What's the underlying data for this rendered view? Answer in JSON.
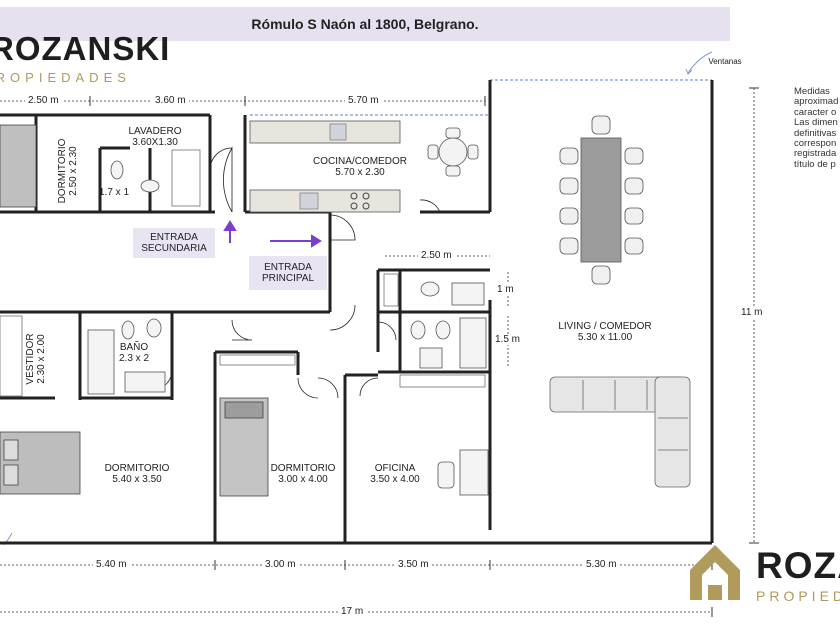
{
  "header": {
    "address": "Rómulo S Naón al 1800, Belgrano."
  },
  "brand": {
    "name": "ROZANSKI",
    "tagline": "PROPIEDADES",
    "bottom_name": "ROZA",
    "bottom_tagline": "PROPIED",
    "logo_color": "#b09a5c"
  },
  "note": {
    "lines": [
      "Medidas",
      "aproximad",
      "caracter o",
      "Las dimen",
      "definitivas",
      "correspon",
      "registrada",
      "título de p"
    ]
  },
  "windows_label": "Ventanas",
  "rooms": {
    "lavadero": {
      "name": "LAVADERO",
      "size": "3.60X1.30"
    },
    "small_bath": {
      "size": "1.7 x 1"
    },
    "dormitorio_top": {
      "name": "DORMITORIO",
      "size": "2.50 x 2.30"
    },
    "cocina": {
      "name": "COCINA/COMEDOR",
      "size": "5.70 x 2.30"
    },
    "vestidor": {
      "name": "VESTIDOR",
      "size": "2.30 x 2.00"
    },
    "bano": {
      "name": "BAÑO",
      "size": "2.3 x 2"
    },
    "dormitorio_main": {
      "name": "DORMITORIO",
      "size": "5.40 x 3.50"
    },
    "dormitorio_mid": {
      "name": "DORMITORIO",
      "size": "3.00 x 4.00"
    },
    "oficina": {
      "name": "OFICINA",
      "size": "3.50 x 4.00"
    },
    "living": {
      "name": "LIVING / COMEDOR",
      "size": "5.30 x 11.00"
    }
  },
  "entries": {
    "secundaria": {
      "line1": "ENTRADA",
      "line2": "SECUNDARIA"
    },
    "principal": {
      "line1": "ENTRADA",
      "line2": "PRINCIPAL"
    }
  },
  "dimensions": {
    "top": [
      "2.50  m",
      "3.60  m",
      "5.70  m"
    ],
    "inner_250": "2.50  m",
    "one_m": "1 m",
    "one_five_m": "1.5 m",
    "height_11": "11 m",
    "bottom": [
      "5.40 m",
      "3.00 m",
      "3.50  m",
      "5.30  m"
    ],
    "total": "17 m"
  },
  "colors": {
    "header_bg": "#e6e0ef",
    "accent_purple": "#7a3fd0",
    "window_blue": "#7e9bd1",
    "wall": "#222222"
  }
}
